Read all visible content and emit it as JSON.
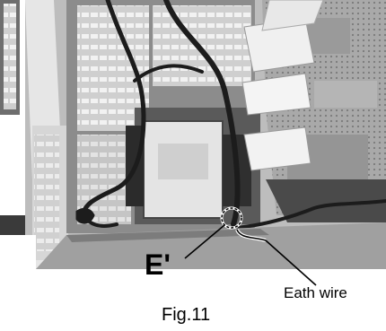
{
  "figure": {
    "callout_e": "E'",
    "callout_wire": "Eath wire",
    "caption": "Fig.11"
  }
}
